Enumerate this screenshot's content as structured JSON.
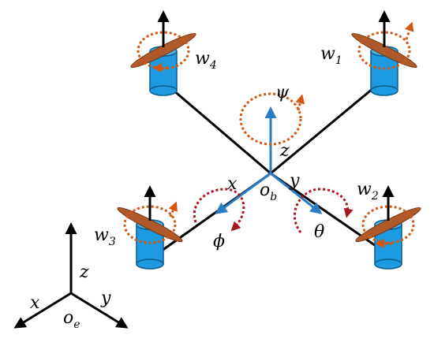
{
  "diagram": {
    "colors": {
      "frame_line": "#000000",
      "body_axes": "#2a7cc7",
      "motor_body": "#1e9be0",
      "motor_outline": "#0d5d8f",
      "propeller": "#b05a2b",
      "rotation_orange": "#d4560f",
      "rotation_red": "#a8141f"
    },
    "rotors": [
      {
        "id": "w1",
        "symbol": "w",
        "index": "1"
      },
      {
        "id": "w2",
        "symbol": "w",
        "index": "2"
      },
      {
        "id": "w3",
        "symbol": "w",
        "index": "3"
      },
      {
        "id": "w4",
        "symbol": "w",
        "index": "4"
      }
    ],
    "body_frame": {
      "x_label": "x",
      "y_label": "y",
      "z_label": "z",
      "origin_symbol": "o",
      "origin_sub": "b",
      "yaw_label": "ψ",
      "roll_label": "ϕ",
      "pitch_label": "θ"
    },
    "earth_frame": {
      "x_label": "x",
      "y_label": "y",
      "z_label": "z",
      "origin_symbol": "o",
      "origin_sub": "e"
    }
  }
}
